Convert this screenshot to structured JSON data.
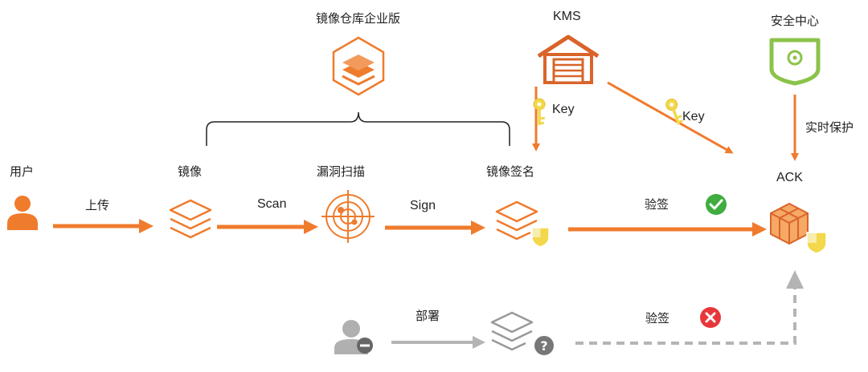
{
  "registry": {
    "label": "镜像仓库企业版"
  },
  "kms": {
    "label": "KMS",
    "key_label_1": "Key",
    "key_label_2": "Key"
  },
  "security_center": {
    "label": "安全中心",
    "protect_label": "实时保护"
  },
  "user": {
    "label": "用户",
    "upload_label": "上传"
  },
  "image": {
    "label": "镜像",
    "scan_label": "Scan"
  },
  "vuln_scan": {
    "label": "漏洞扫描",
    "sign_label": "Sign"
  },
  "signed_image": {
    "label": "镜像签名"
  },
  "ack": {
    "label": "ACK"
  },
  "verify_ok": {
    "label": "验签"
  },
  "deploy": {
    "label": "部署"
  },
  "verify_fail": {
    "label": "验签"
  },
  "colors": {
    "accent": "#ef7b2d",
    "gray": "#b4b4b4",
    "green_ok": "#3fad3f",
    "red_fail": "#e8373a",
    "key_yellow": "#f2d84a",
    "shield_green": "#8bc34a"
  },
  "icons": [
    "registry-stack-icon",
    "warehouse-icon",
    "shield-icon",
    "user-icon",
    "layers-icon",
    "radar-icon",
    "signed-layers-icon",
    "key-icon",
    "check-icon",
    "cross-icon",
    "cube-cluster-icon",
    "user-remove-icon",
    "unknown-layers-icon"
  ]
}
